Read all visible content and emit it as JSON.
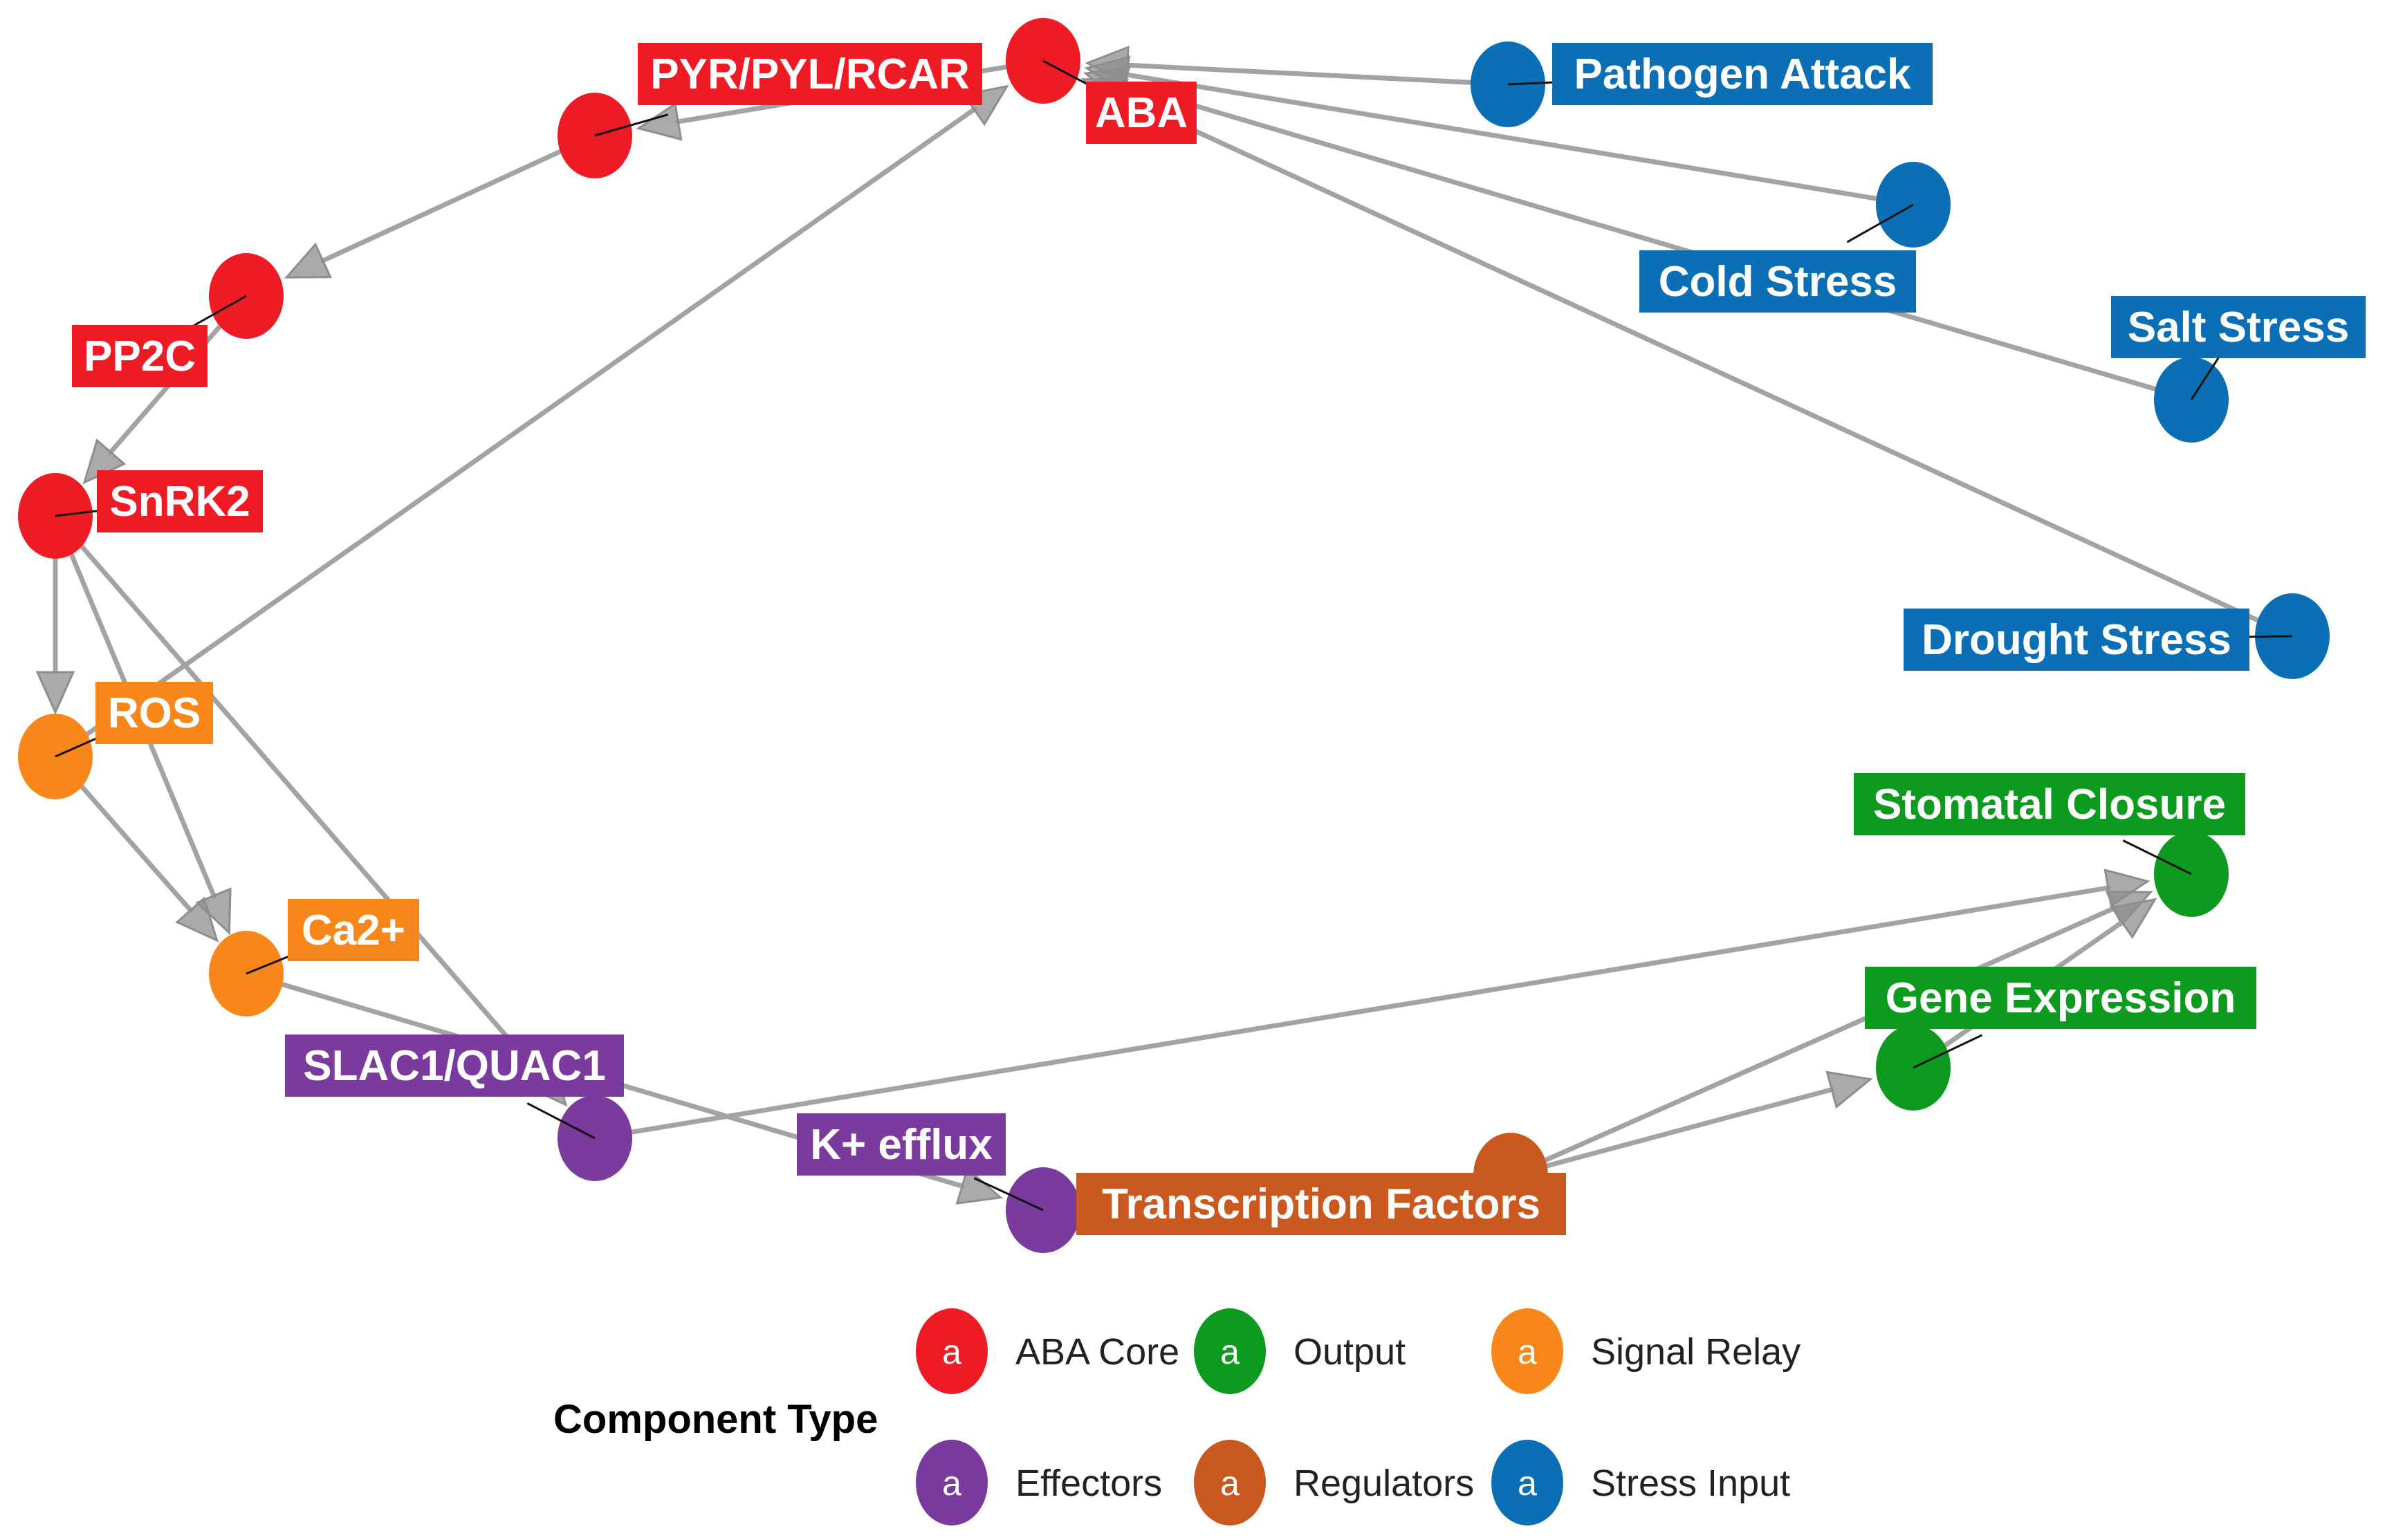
{
  "groups": {
    "core": {
      "label": "ABA Core",
      "color": "#EE1B24"
    },
    "output": {
      "label": "Output",
      "color": "#0C9A1F"
    },
    "relay": {
      "label": "Signal Relay",
      "color": "#F7871A"
    },
    "effectors": {
      "label": "Effectors",
      "color": "#7B3A9E"
    },
    "regulators": {
      "label": "Regulators",
      "color": "#C9591E"
    },
    "stress": {
      "label": "Stress Input",
      "color": "#0A6FB4"
    }
  },
  "nodes": [
    {
      "id": "aba",
      "label": "ABA",
      "group": "core"
    },
    {
      "id": "pyr",
      "label": "PYR/PYL/RCAR",
      "group": "core"
    },
    {
      "id": "pp2c",
      "label": "PP2C",
      "group": "core"
    },
    {
      "id": "snrk2",
      "label": "SnRK2",
      "group": "core"
    },
    {
      "id": "ros",
      "label": "ROS",
      "group": "relay"
    },
    {
      "id": "ca",
      "label": "Ca2+",
      "group": "relay"
    },
    {
      "id": "slac",
      "label": "SLAC1/QUAC1",
      "group": "effectors"
    },
    {
      "id": "kefflux",
      "label": "K+ efflux",
      "group": "effectors"
    },
    {
      "id": "tf",
      "label": "Transcription Factors",
      "group": "regulators"
    },
    {
      "id": "gene",
      "label": "Gene Expression",
      "group": "output"
    },
    {
      "id": "stomatal",
      "label": "Stomatal Closure",
      "group": "output"
    },
    {
      "id": "pathogen",
      "label": "Pathogen Attack",
      "group": "stress"
    },
    {
      "id": "cold",
      "label": "Cold Stress",
      "group": "stress"
    },
    {
      "id": "salt",
      "label": "Salt Stress",
      "group": "stress"
    },
    {
      "id": "drought",
      "label": "Drought Stress",
      "group": "stress"
    }
  ],
  "edges": [
    {
      "from": "pathogen",
      "to": "aba"
    },
    {
      "from": "cold",
      "to": "aba"
    },
    {
      "from": "salt",
      "to": "aba"
    },
    {
      "from": "drought",
      "to": "aba"
    },
    {
      "from": "ros",
      "to": "aba"
    },
    {
      "from": "aba",
      "to": "pyr"
    },
    {
      "from": "pyr",
      "to": "pp2c"
    },
    {
      "from": "pp2c",
      "to": "snrk2"
    },
    {
      "from": "snrk2",
      "to": "ros"
    },
    {
      "from": "snrk2",
      "to": "ca"
    },
    {
      "from": "snrk2",
      "to": "slac"
    },
    {
      "from": "ros",
      "to": "ca"
    },
    {
      "from": "ca",
      "to": "kefflux"
    },
    {
      "from": "slac",
      "to": "stomatal"
    },
    {
      "from": "tf",
      "to": "stomatal"
    },
    {
      "from": "tf",
      "to": "gene"
    },
    {
      "from": "gene",
      "to": "stomatal"
    }
  ],
  "legend": {
    "title": "Component Type",
    "key_letter": "a",
    "order": [
      "core",
      "output",
      "relay",
      "effectors",
      "regulators",
      "stress"
    ]
  }
}
